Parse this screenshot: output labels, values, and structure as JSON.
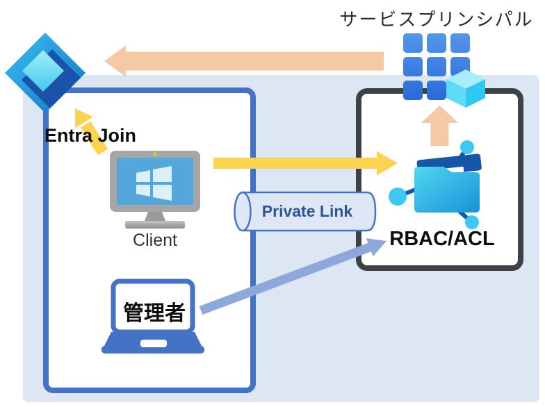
{
  "diagram": {
    "service_principal_label": "サービスプリンシパル",
    "entra_join_label": "Entra Join",
    "client_label": "Client",
    "admin_label": "管理者",
    "private_link_label": "Private Link",
    "rbac_acl_label": "RBAC/ACL"
  },
  "icons": {
    "entra_id": "entra-id-icon",
    "service_principal": "app-grid-cube-icon",
    "client_pc": "windows-desktop-icon",
    "admin_laptop": "laptop-icon",
    "storage": "data-lake-folder-icon",
    "private_link": "pipe-cylinder-shape"
  },
  "arrows": {
    "top_peach": "service-principal-to-entra",
    "up_peach": "storage-to-service-principal",
    "yellow_horizontal": "client-to-storage",
    "yellow_diagonal": "entra-join",
    "blue_diagonal": "admin-to-storage-rbac"
  },
  "colors": {
    "region_fill": "#DDE7F3",
    "client_box_border": "#4472C4",
    "storage_box_border": "#3F4245",
    "arrow_yellow": "#FBD34E",
    "arrow_peach": "#F5C9A4",
    "arrow_periwinkle": "#8FA8DB",
    "private_link_fill": "#DEE7F6",
    "private_link_border": "#4472C4",
    "private_link_text": "#2E5597"
  }
}
